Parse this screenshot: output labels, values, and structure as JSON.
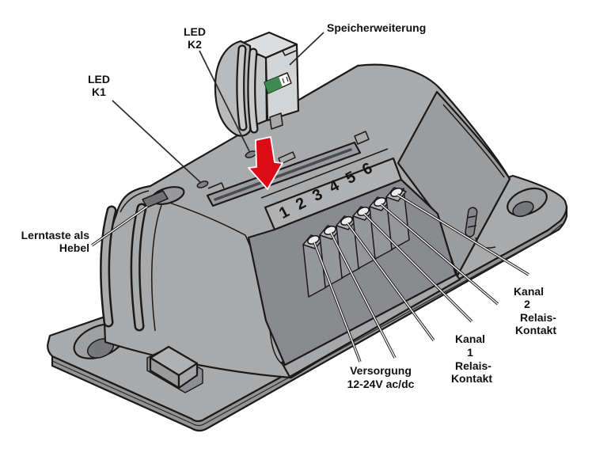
{
  "labels": {
    "led_k2": {
      "lines": [
        "LED",
        "K2"
      ]
    },
    "speicherweiterung": {
      "text": "Speicherweiterung"
    },
    "led_k1": {
      "lines": [
        "LED",
        "K1"
      ]
    },
    "lerntaste_hebel": {
      "lines": [
        "Lerntaste als",
        "Hebel"
      ]
    },
    "versorgung": {
      "lines": [
        "Versorgung",
        "12-24V ac/dc"
      ]
    },
    "kanal_1": {
      "lines": [
        "Kanal",
        "1",
        "Relais-",
        "Kontakt"
      ]
    },
    "kanal_2": {
      "lines": [
        "Kanal",
        "2",
        "Relais-",
        "Kontakt"
      ]
    }
  },
  "terminal_numbers": [
    "1",
    "2",
    "3",
    "4",
    "5",
    "6"
  ],
  "colors": {
    "arrow_red": "#dd0b16",
    "module_label_green": "#3e8b52",
    "body_gray": "#a9aaac"
  }
}
